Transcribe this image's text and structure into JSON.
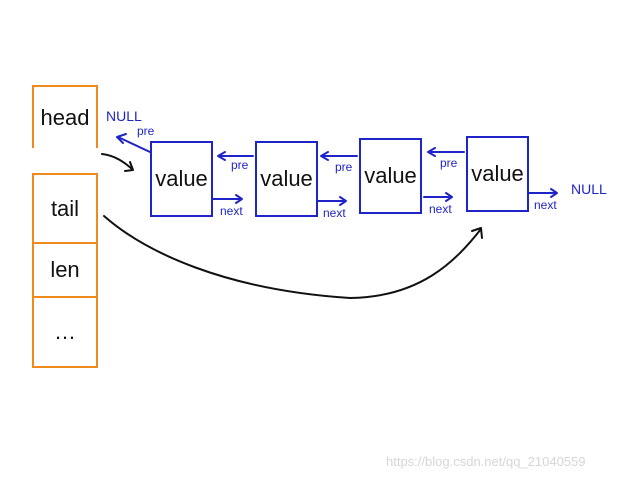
{
  "struct": {
    "fields": [
      "head",
      "tail",
      "len",
      "…"
    ]
  },
  "nodes": [
    {
      "value": "value",
      "pre": "pre",
      "next": "next"
    },
    {
      "value": "value",
      "pre": "pre",
      "next": "next"
    },
    {
      "value": "value",
      "pre": "pre",
      "next": "next"
    },
    {
      "value": "value",
      "pre": "pre",
      "next": "next"
    }
  ],
  "null_labels": {
    "head_null": "NULL",
    "tail_null": "NULL"
  },
  "watermark": "https://blog.csdn.net/qq_21040559",
  "colors": {
    "struct_border": "#f08a1c",
    "node_blue": "#1f24c8",
    "pointer_black": "#111111",
    "watermark": "#d6d6d6"
  }
}
